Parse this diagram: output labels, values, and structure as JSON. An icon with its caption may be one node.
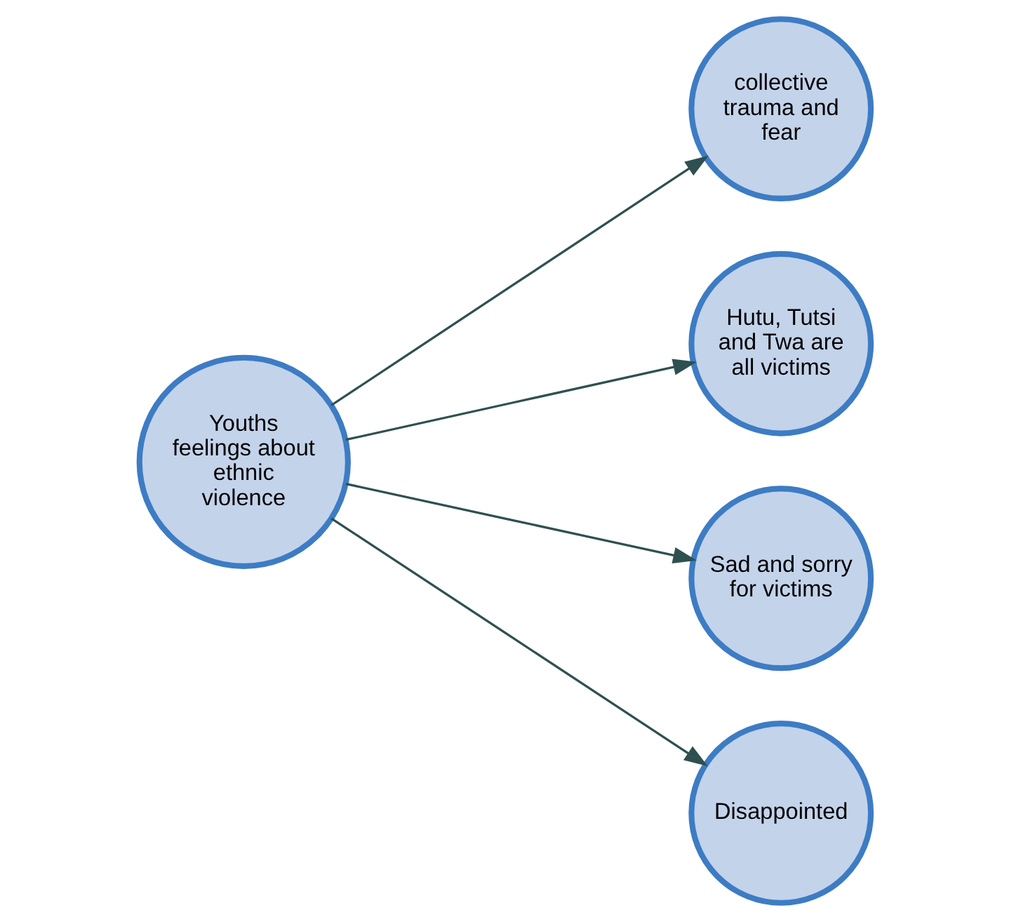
{
  "diagram": {
    "nodes": [
      {
        "text": [
          "Youths feelings about ethnic violence"
        ]
      },
      {
        "text": [
          "collective trauma and fear"
        ]
      },
      {
        "text": [
          "Hutu, Tutsi and Twa are all victims"
        ]
      },
      {
        "text": [
          "Sad and sorry for victims"
        ]
      },
      {
        "text": [
          "Disappointed"
        ]
      }
    ],
    "edges": [
      {
        "from": 0,
        "to": 1,
        "arrow": "to"
      },
      {
        "from": 0,
        "to": 2,
        "arrow": "to"
      },
      {
        "from": 0,
        "to": 3,
        "arrow": "to"
      },
      {
        "from": 0,
        "to": 4,
        "arrow": "to"
      }
    ]
  }
}
